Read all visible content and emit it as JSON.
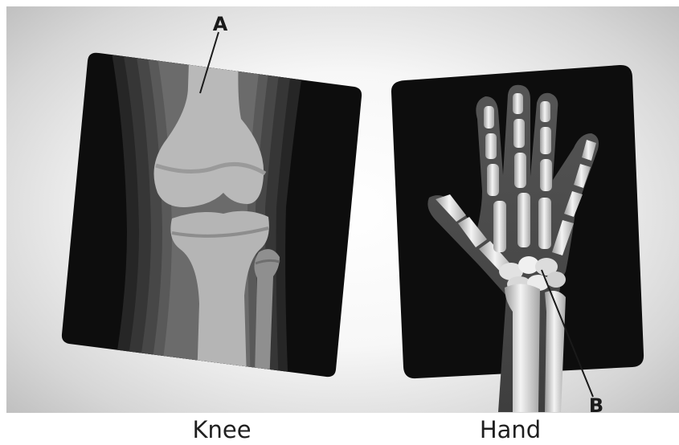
{
  "labels": {
    "a": "A",
    "b": "B"
  },
  "captions": {
    "knee": "Knee",
    "hand": "Hand"
  },
  "colors": {
    "film": "#0d0d0d",
    "bone_knee": "#b9b9b9",
    "bone_hand": "#e9e9e9",
    "soft_tissue": "#4a4a4a",
    "background_edge": "#bdbdbd"
  }
}
